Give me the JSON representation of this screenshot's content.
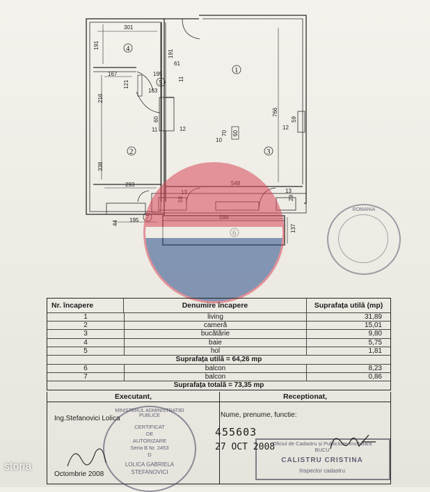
{
  "plan": {
    "dims": {
      "d301": "301",
      "d191a": "191",
      "d191b": "191",
      "d61": "61",
      "d195a": "195",
      "d167": "167",
      "d121": "121",
      "d163": "163",
      "d216": "216",
      "d60": "60",
      "d11": "11",
      "d12a": "12",
      "d766": "766",
      "d12b": "12",
      "d59": "59",
      "d70": "70",
      "d10": "10",
      "d60b": "60",
      "d338": "338",
      "d293": "293",
      "d548": "548",
      "d13a": "13",
      "d13b": "13",
      "d29": "29",
      "d58": "58",
      "d599": "599",
      "d137": "137",
      "d44": "44",
      "d195b": "195",
      "d11b": "11"
    },
    "rooms": {
      "r1": "1",
      "r2": "2",
      "r3": "3",
      "r4": "4",
      "r5": "5",
      "r6": "6",
      "r7": "7"
    }
  },
  "table": {
    "headers": {
      "nr": "Nr. încapere",
      "name": "Denumire încapere",
      "area": "Suprafața utilă (mp)"
    },
    "rooms": [
      {
        "nr": "1",
        "name": "living",
        "area": "31,89"
      },
      {
        "nr": "2",
        "name": "cameră",
        "area": "15,01"
      },
      {
        "nr": "3",
        "name": "bucătărie",
        "area": "9,80"
      },
      {
        "nr": "4",
        "name": "baie",
        "area": "5,75"
      },
      {
        "nr": "5",
        "name": "hol",
        "area": "1,81"
      }
    ],
    "useful_total": "Suprafața utilă = 64,26 mp",
    "balconies": [
      {
        "nr": "6",
        "name": "balcon",
        "area": "8,23"
      },
      {
        "nr": "7",
        "name": "balcon",
        "area": "0,86"
      }
    ],
    "grand_total": "Suprafața totală = 73,35 mp"
  },
  "signatures": {
    "executant_label": "Executant,",
    "receptionat_label": "Receptionat,",
    "engineer": "Ing.Stefanovici Lolica",
    "name_fields": "Nume, prenume, functie:",
    "number": "455603",
    "date_stamp": "27 OCT 2008",
    "date_written": "Octombrie 2008",
    "stamp_left": [
      "CERTIFICAT",
      "DE",
      "AUTORIZARE",
      "Seria B Nr. 2453",
      "D",
      "LOLICA GABRIELA",
      "STEFANOVICI"
    ],
    "stamp_left_ring": "MINISTERUL ADMINISTRATIEI PUBLICE",
    "stamp_right_line1": "Oficiul de Cadastru și Publicitate Imobiliară",
    "stamp_right_line2": "BUCU",
    "stamp_right_name": "CALISTRU CRISTINA",
    "stamp_right_role": "Inspector cadastru",
    "round_stamp_label": "ROMANIA"
  },
  "brand": {
    "name": "storia"
  },
  "colors": {
    "watermark_red": "#d9485a",
    "watermark_blue": "#2c4f8c"
  }
}
